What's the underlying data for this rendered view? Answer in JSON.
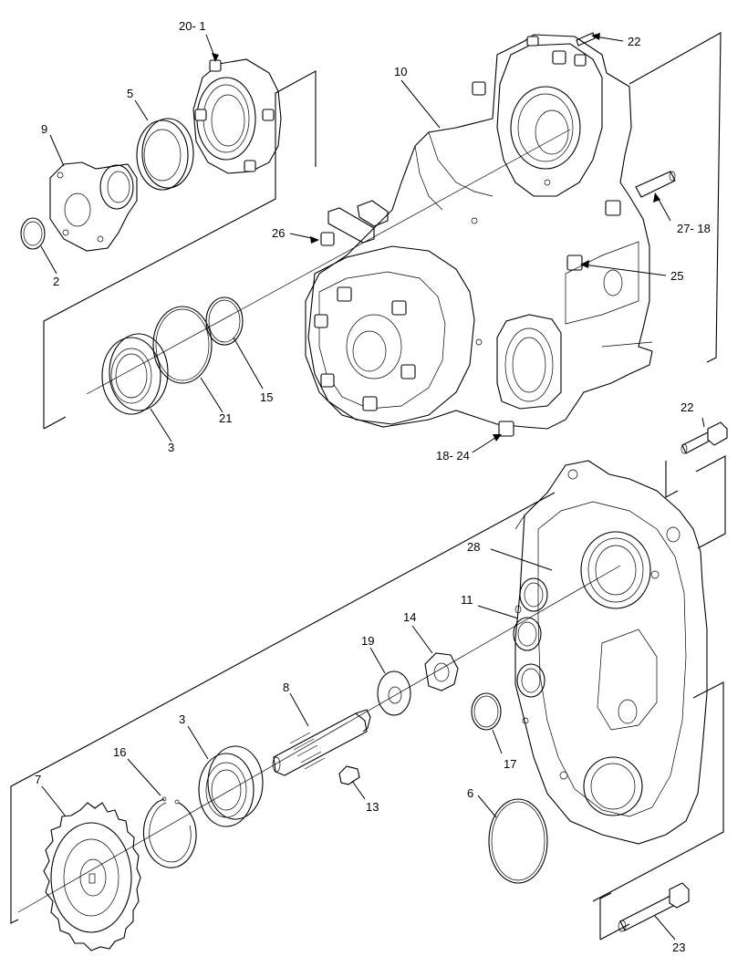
{
  "diagram": {
    "callouts": {
      "c20_1": "20- 1",
      "c22_top": "22",
      "c10": "10",
      "c5": "5",
      "c9": "9",
      "c2": "2",
      "c26": "26",
      "c27_18": "27- 18",
      "c25": "25",
      "c15": "15",
      "c21": "21",
      "c3_top": "3",
      "c18_24": "18- 24",
      "c22_mid": "22",
      "c28": "28",
      "c11": "11",
      "c14": "14",
      "c19": "19",
      "c8": "8",
      "c17": "17",
      "c3_bot": "3",
      "c16": "16",
      "c13": "13",
      "c6": "6",
      "c7": "7",
      "c23": "23"
    }
  }
}
